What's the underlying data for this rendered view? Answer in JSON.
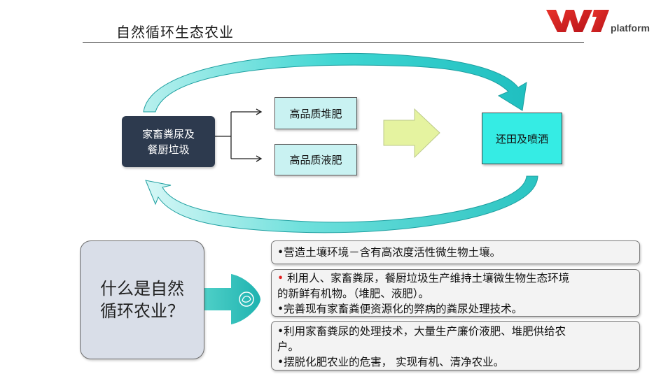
{
  "slide": {
    "title": "自然循环生态农业"
  },
  "logo": {
    "text": "platform",
    "mark": "W1-logo"
  },
  "diagram": {
    "source_line1": "家畜粪尿及",
    "source_line2": "餐厨垃圾",
    "output_compost": "高品质堆肥",
    "output_liquid": "高品质液肥",
    "destination": "还田及喷洒"
  },
  "question": {
    "line1": "什么是自然",
    "line2": "循环农业？"
  },
  "panels": [
    {
      "lines": [
        "•营造土壤环境－含有高浓度活性微生物土壤。"
      ]
    },
    {
      "bullet": "•",
      "lines": [
        "利用人、家畜粪尿，餐厨垃圾生产维持土壤微生物生态环境",
        "的新鲜有机物。（堆肥、液肥）。",
        "•完善现有家畜粪便资源化的弊病的粪尿处理技术。"
      ]
    },
    {
      "lines": [
        "•利用家畜粪尿的处理技术，大量生产廉价液肥、堆肥供给农",
        "户。",
        "•摆脱化肥农业的危害， 实现有机、清净农业。"
      ]
    }
  ],
  "colors": {
    "cycle_arrow": "#38d8d4",
    "dark_box": "#2d3a4e",
    "green_arrow": "#e5f3a0",
    "logo_red": "#d0201e"
  }
}
